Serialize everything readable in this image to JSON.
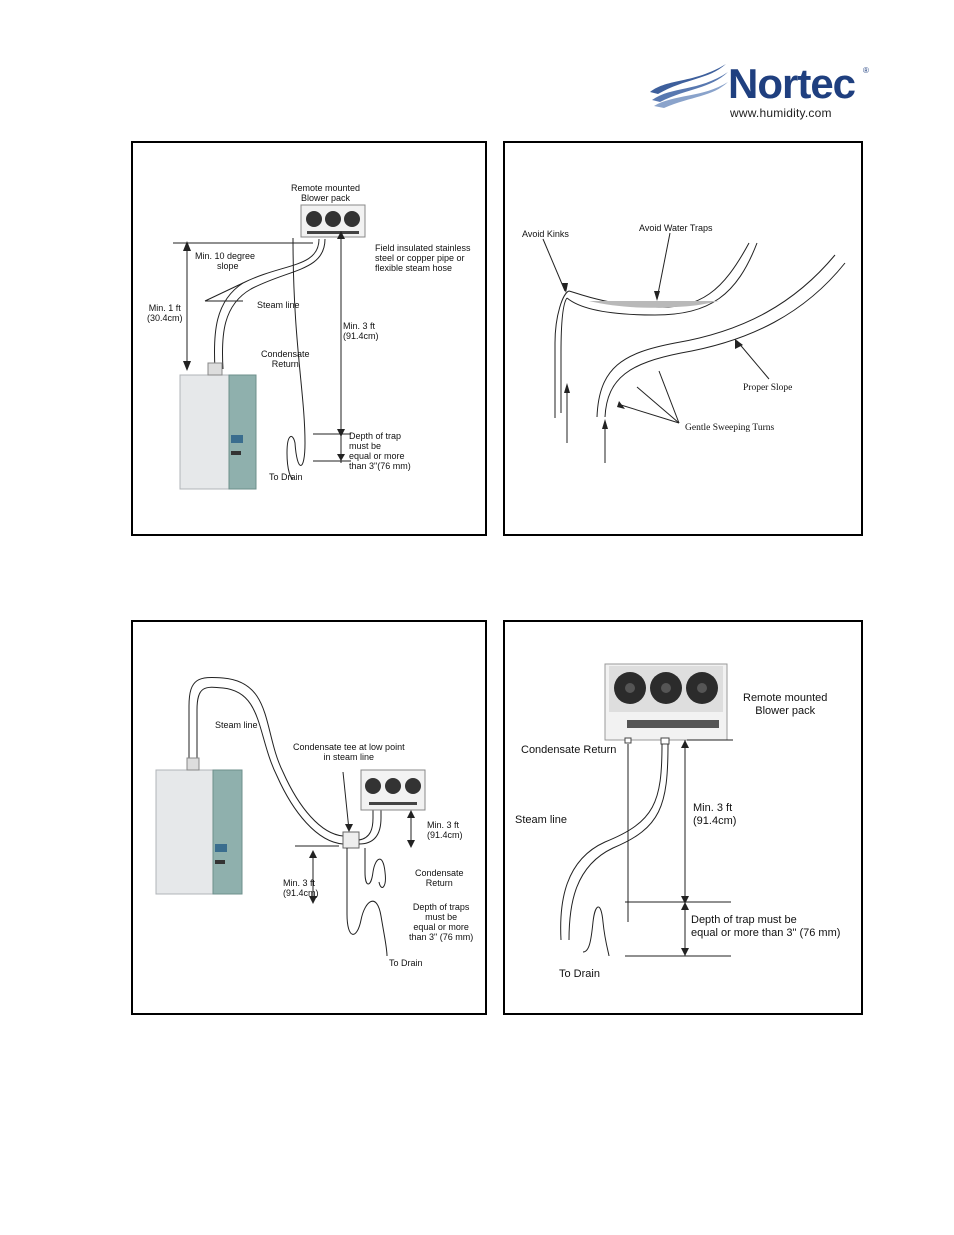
{
  "logo": {
    "brand": "Nortec",
    "registered": "®",
    "url": "www.humidity.com"
  },
  "colors": {
    "brand_blue": "#1f3f7f",
    "unit_body": "#e6e8ea",
    "unit_panel": "#8fb0ad",
    "water_trap": "#b9b9b9"
  },
  "panel1": {
    "blower": [
      "Remote mounted",
      "Blower pack"
    ],
    "slope": [
      "Min. 10 degree",
      "slope"
    ],
    "pipe_note": [
      "Field insulated stainless",
      "steel or copper pipe or",
      "flexible steam hose"
    ],
    "steam_line": "Steam line",
    "min1ft": [
      "Min. 1 ft",
      "(30.4cm)"
    ],
    "min3ft": [
      "Min. 3 ft",
      "(91.4cm)"
    ],
    "condensate": [
      "Condensate",
      "Return"
    ],
    "depth": [
      "Depth of trap",
      "must be",
      "equal or more",
      "than 3\"(76 mm)"
    ],
    "to_drain": "To Drain"
  },
  "panel2": {
    "avoid_kinks": "Avoid Kinks",
    "avoid_water_traps": "Avoid Water Traps",
    "proper_slope": "Proper Slope",
    "gentle_turns": "Gentle Sweeping Turns"
  },
  "panel3": {
    "steam_line": "Steam line",
    "tee": [
      "Condensate tee at low point",
      "in steam line"
    ],
    "min3ft_right": [
      "Min. 3 ft",
      "(91.4cm)"
    ],
    "condensate": [
      "Condensate",
      "Return"
    ],
    "min3ft_left": [
      "Min. 3 ft",
      "(91.4cm)"
    ],
    "depth": [
      "Depth of traps",
      "must be",
      "equal or more",
      "than 3\" (76 mm)"
    ],
    "to_drain": "To Drain"
  },
  "panel4": {
    "blower": [
      "Remote mounted",
      "Blower pack"
    ],
    "condensate": "Condensate Return",
    "steam_line": "Steam line",
    "min3ft": [
      "Min. 3 ft",
      "(91.4cm)"
    ],
    "depth": [
      "Depth of trap must be",
      "equal or more than 3\" (76 mm)"
    ],
    "to_drain": "To Drain"
  }
}
